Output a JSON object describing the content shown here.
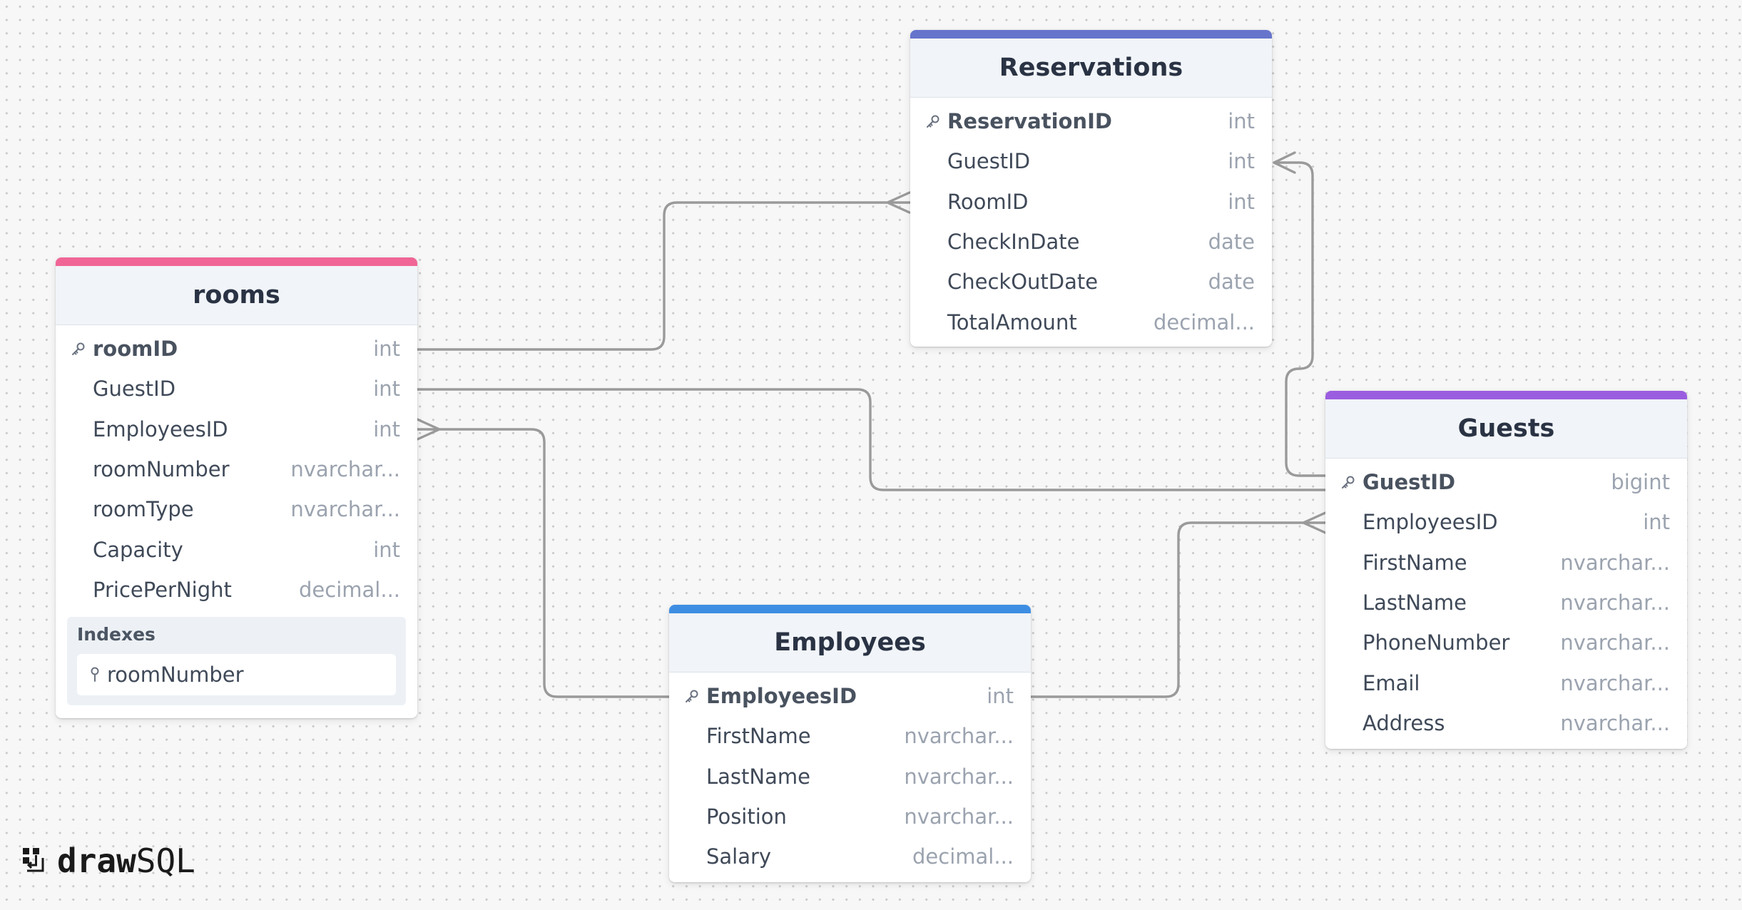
{
  "colors": {
    "rooms": "#f06595",
    "reservations": "#6674cc",
    "guests": "#9b5de0",
    "employees": "#3d8ee3",
    "connector": "#9a9a9a"
  },
  "tables": {
    "rooms": {
      "name": "rooms",
      "columns": [
        {
          "name": "roomID",
          "type": "int"
        },
        {
          "name": "GuestID",
          "type": "int"
        },
        {
          "name": "EmployeesID",
          "type": "int"
        },
        {
          "name": "roomNumber",
          "type": "nvarchar..."
        },
        {
          "name": "roomType",
          "type": "nvarchar..."
        },
        {
          "name": "Capacity",
          "type": "int"
        },
        {
          "name": "PricePerNight",
          "type": "decimal..."
        }
      ],
      "indexes": {
        "title": "Indexes",
        "items": [
          "roomNumber"
        ]
      }
    },
    "reservations": {
      "name": "Reservations",
      "columns": [
        {
          "name": "ReservationID",
          "type": "int"
        },
        {
          "name": "GuestID",
          "type": "int"
        },
        {
          "name": "RoomID",
          "type": "int"
        },
        {
          "name": "CheckInDate",
          "type": "date"
        },
        {
          "name": "CheckOutDate",
          "type": "date"
        },
        {
          "name": "TotalAmount",
          "type": "decimal..."
        }
      ]
    },
    "guests": {
      "name": "Guests",
      "columns": [
        {
          "name": "GuestID",
          "type": "bigint"
        },
        {
          "name": "EmployeesID",
          "type": "int"
        },
        {
          "name": "FirstName",
          "type": "nvarchar..."
        },
        {
          "name": "LastName",
          "type": "nvarchar..."
        },
        {
          "name": "PhoneNumber",
          "type": "nvarchar..."
        },
        {
          "name": "Email",
          "type": "nvarchar..."
        },
        {
          "name": "Address",
          "type": "nvarchar..."
        }
      ]
    },
    "employees": {
      "name": "Employees",
      "columns": [
        {
          "name": "EmployeesID",
          "type": "int"
        },
        {
          "name": "FirstName",
          "type": "nvarchar..."
        },
        {
          "name": "LastName",
          "type": "nvarchar..."
        },
        {
          "name": "Position",
          "type": "nvarchar..."
        },
        {
          "name": "Salary",
          "type": "decimal..."
        }
      ]
    }
  },
  "relations": [
    {
      "from": "rooms.roomID",
      "to": "Reservations.RoomID",
      "cardinality": "one-to-many"
    },
    {
      "from": "Guests.GuestID",
      "to": "Reservations.GuestID",
      "cardinality": "one-to-many"
    },
    {
      "from": "rooms.GuestID",
      "to": "Guests.GuestID",
      "cardinality": "one-to-one"
    },
    {
      "from": "Employees.EmployeesID",
      "to": "rooms.EmployeesID",
      "cardinality": "one-to-many"
    },
    {
      "from": "Employees.EmployeesID",
      "to": "Guests.EmployeesID",
      "cardinality": "one-to-many"
    }
  ],
  "logo": {
    "part1": "draw",
    "part2": "SQL"
  }
}
